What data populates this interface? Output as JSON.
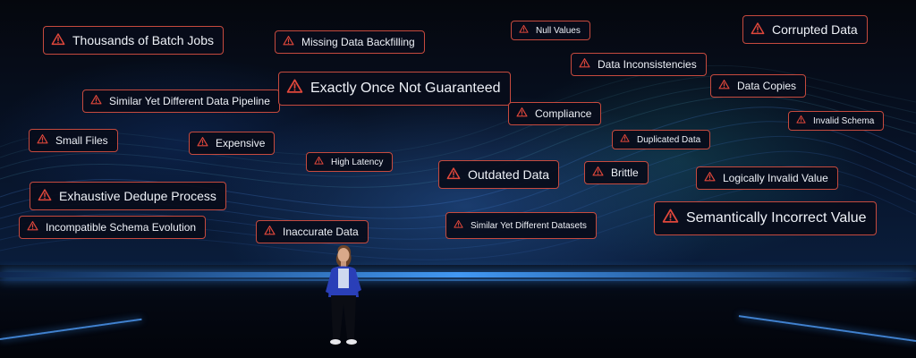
{
  "tags": [
    {
      "id": "thousands",
      "label": "Thousands of Batch Jobs"
    },
    {
      "id": "missing",
      "label": "Missing Data Backfilling"
    },
    {
      "id": "null",
      "label": "Null Values"
    },
    {
      "id": "corrupted",
      "label": "Corrupted Data"
    },
    {
      "id": "inconsistencies",
      "label": "Data Inconsistencies"
    },
    {
      "id": "similar-pipeline",
      "label": "Similar Yet Different Data Pipeline"
    },
    {
      "id": "exactly-once",
      "label": "Exactly Once Not Guaranteed"
    },
    {
      "id": "copies",
      "label": "Data Copies"
    },
    {
      "id": "compliance",
      "label": "Compliance"
    },
    {
      "id": "invalid-schema",
      "label": "Invalid Schema"
    },
    {
      "id": "small-files",
      "label": "Small Files"
    },
    {
      "id": "expensive",
      "label": "Expensive"
    },
    {
      "id": "duplicated",
      "label": "Duplicated Data"
    },
    {
      "id": "latency",
      "label": "High Latency"
    },
    {
      "id": "outdated",
      "label": "Outdated Data"
    },
    {
      "id": "brittle",
      "label": "Brittle"
    },
    {
      "id": "logically-invalid",
      "label": "Logically Invalid Value"
    },
    {
      "id": "dedupe",
      "label": "Exhaustive Dedupe Process"
    },
    {
      "id": "semantically",
      "label": "Semantically Incorrect Value"
    },
    {
      "id": "schema-evolution",
      "label": "Incompatible Schema Evolution"
    },
    {
      "id": "inaccurate",
      "label": "Inaccurate Data"
    },
    {
      "id": "similar-datasets",
      "label": "Similar Yet Different Datasets"
    }
  ],
  "icons": {
    "tag_icon": "warning-triangle-icon"
  },
  "colors": {
    "tag_border": "#c64a3e",
    "warning_icon": "#e0473b",
    "stage_glow": "#3d9bff",
    "presenter_top": "#2a3fb8"
  }
}
